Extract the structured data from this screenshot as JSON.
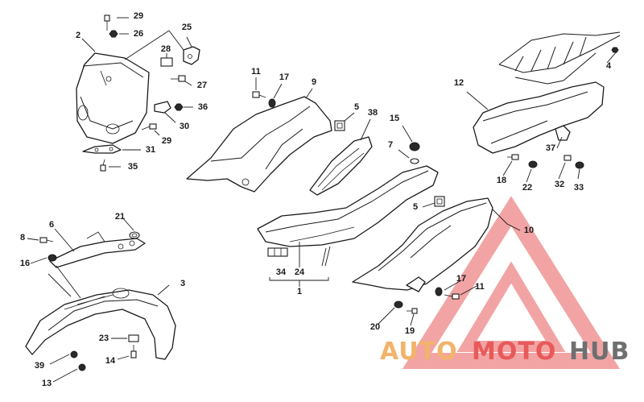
{
  "diagram": {
    "callouts": [
      {
        "id": "c29a",
        "label": "29"
      },
      {
        "id": "c26",
        "label": "26"
      },
      {
        "id": "c2",
        "label": "2"
      },
      {
        "id": "c25",
        "label": "25"
      },
      {
        "id": "c28",
        "label": "28"
      },
      {
        "id": "c27",
        "label": "27"
      },
      {
        "id": "c36",
        "label": "36"
      },
      {
        "id": "c30",
        "label": "30"
      },
      {
        "id": "c29b",
        "label": "29"
      },
      {
        "id": "c31",
        "label": "31"
      },
      {
        "id": "c35",
        "label": "35"
      },
      {
        "id": "c11a",
        "label": "11"
      },
      {
        "id": "c17a",
        "label": "17"
      },
      {
        "id": "c9",
        "label": "9"
      },
      {
        "id": "c5a",
        "label": "5"
      },
      {
        "id": "c38",
        "label": "38"
      },
      {
        "id": "c15",
        "label": "15"
      },
      {
        "id": "c7",
        "label": "7"
      },
      {
        "id": "c12",
        "label": "12"
      },
      {
        "id": "c4",
        "label": "4"
      },
      {
        "id": "c37",
        "label": "37"
      },
      {
        "id": "c18",
        "label": "18"
      },
      {
        "id": "c22",
        "label": "22"
      },
      {
        "id": "c32",
        "label": "32"
      },
      {
        "id": "c33",
        "label": "33"
      },
      {
        "id": "c5b",
        "label": "5"
      },
      {
        "id": "c10",
        "label": "10"
      },
      {
        "id": "c34",
        "label": "34"
      },
      {
        "id": "c24",
        "label": "24"
      },
      {
        "id": "c1",
        "label": "1"
      },
      {
        "id": "c17b",
        "label": "17"
      },
      {
        "id": "c11b",
        "label": "11"
      },
      {
        "id": "c20",
        "label": "20"
      },
      {
        "id": "c19",
        "label": "19"
      },
      {
        "id": "c21",
        "label": "21"
      },
      {
        "id": "c6",
        "label": "6"
      },
      {
        "id": "c8",
        "label": "8"
      },
      {
        "id": "c16",
        "label": "16"
      },
      {
        "id": "c3",
        "label": "3"
      },
      {
        "id": "c23",
        "label": "23"
      },
      {
        "id": "c14",
        "label": "14"
      },
      {
        "id": "c39",
        "label": "39"
      },
      {
        "id": "c13",
        "label": "13"
      }
    ]
  },
  "watermark": {
    "word_auto": "AUTO",
    "word_moto": "MOTO",
    "word_hub": "HUB",
    "colors": {
      "auto": "#f2b36b",
      "moto": "#e85a5a",
      "hub": "#6f6f6f",
      "triangle": "#e85a5a"
    }
  }
}
